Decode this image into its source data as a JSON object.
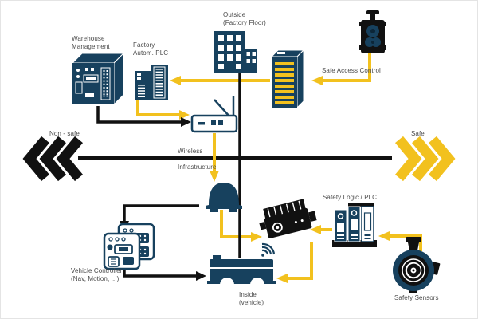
{
  "colors": {
    "navy": "#17415E",
    "yellow": "#F2C11E",
    "black": "#111111",
    "label_text": "#4A4A4A"
  },
  "zones": {
    "left": "Non - safe",
    "right": "Safe"
  },
  "axis": {
    "line1": "Wireless",
    "line2": "Infrastructure"
  },
  "nodes": {
    "warehouse": {
      "line1": "Warehouse",
      "line2": "Management"
    },
    "factory_plc": {
      "line1": "Factory",
      "line2": "Autom. PLC"
    },
    "outside": {
      "line1": "Outside",
      "line2": "(Factory Floor)"
    },
    "safe_access": {
      "label": "Safe Access Control"
    },
    "vehicle_controller": {
      "line1": "Vehicle Controller",
      "line2": "(Nav, Motion, ...)"
    },
    "inside": {
      "line1": "Inside",
      "line2": "(vehicle)"
    },
    "safety_logic": {
      "label": "Safety Logic / PLC"
    },
    "safety_sensors": {
      "label": "Safety Sensors"
    }
  },
  "icons": {
    "warehouse": "industrial-pc-icon",
    "factory_plc": "plc-module-icon",
    "outside": "building-icon",
    "safe_access": "key-interlock-icon",
    "io_module": "io-terminal-module-icon",
    "router": "wireless-router-icon",
    "access_point": "access-point-icon",
    "vehicle_controller": "circuit-board-icon",
    "agv": "agv-robot-icon",
    "agv_wifi": "wifi-signal-icon",
    "gateway": "vehicle-gateway-icon",
    "safety_logic": "safety-relay-icon",
    "safety_sensors": "rotary-sensor-icon",
    "non_safe": "triple-chevron-left-icon",
    "safe": "triple-chevron-right-icon"
  }
}
